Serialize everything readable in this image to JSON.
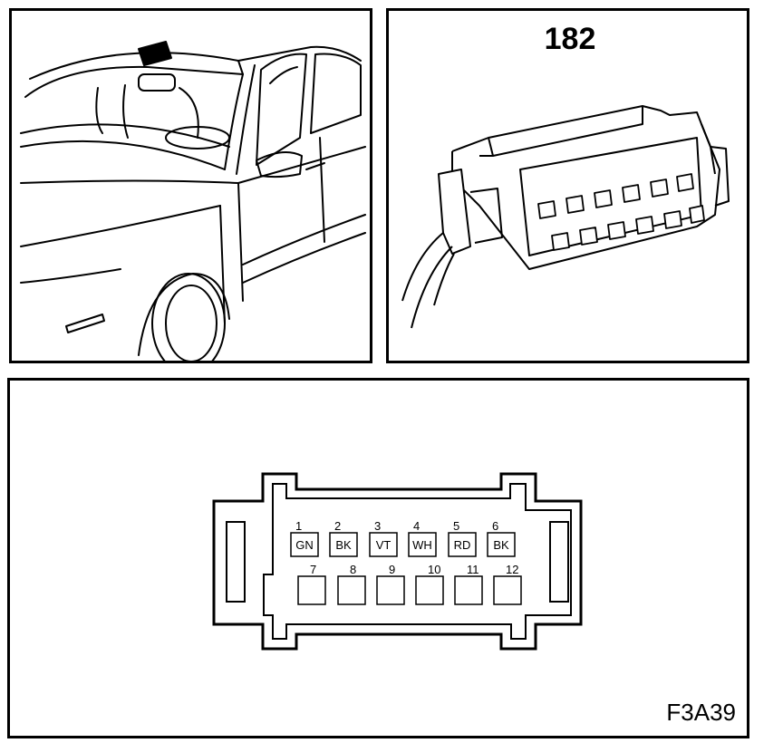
{
  "connector": {
    "number": "182",
    "pins": [
      {
        "num": "1",
        "color": "GN"
      },
      {
        "num": "2",
        "color": "BK"
      },
      {
        "num": "3",
        "color": "VT"
      },
      {
        "num": "4",
        "color": "WH"
      },
      {
        "num": "5",
        "color": "RD"
      },
      {
        "num": "6",
        "color": "BK"
      },
      {
        "num": "7",
        "color": ""
      },
      {
        "num": "8",
        "color": ""
      },
      {
        "num": "9",
        "color": ""
      },
      {
        "num": "10",
        "color": ""
      },
      {
        "num": "11",
        "color": ""
      },
      {
        "num": "12",
        "color": ""
      }
    ]
  },
  "figure_code": "F3A39"
}
